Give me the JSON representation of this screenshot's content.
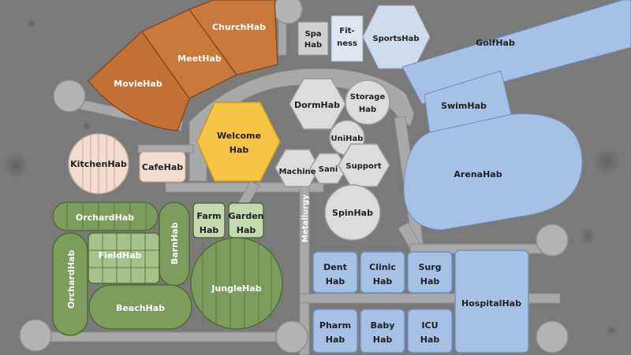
{
  "colors": {
    "ground": "#7a7a7a",
    "corridor": "#a9a9a9",
    "node": "#b3b3b3",
    "orange": "#c8783a",
    "yellow": "#f6c548",
    "peach": "#f2ddd0",
    "lightgreen": "#c3d9b0",
    "green": "#7d9d5e",
    "blue": "#a7c0e6",
    "white": "#dcdcdc"
  },
  "habs": {
    "church": "ChurchHab",
    "meet": "MeetHab",
    "movie": "MovieHab",
    "spa": [
      "Spa",
      "Hab"
    ],
    "fitness": [
      "Fit-",
      "ness"
    ],
    "sports": "SportsHab",
    "golf": "GolfHab",
    "swim": "SwimHab",
    "arena": "ArenaHab",
    "dorm": "DormHab",
    "storage": [
      "Storage",
      "Hab"
    ],
    "welcome": [
      "Welcome",
      "Hab"
    ],
    "kitchen": "KitchenHab",
    "cafe": "CafeHab",
    "uni": "UniHab",
    "machine": "Machine",
    "sani": "Sani",
    "support": "Support",
    "metallurgy": "Metallurgy",
    "spin": "SpinHab",
    "orchard_top": "OrchardHab",
    "orchard_side": "OrchardHab",
    "farm": [
      "Farm",
      "Hab"
    ],
    "garden": [
      "Garden",
      "Hab"
    ],
    "field": "FieldHab",
    "barn": "BarnHab",
    "jungle": "JungleHab",
    "beach": "BeachHab",
    "dent": [
      "Dent",
      "Hab"
    ],
    "clinic": [
      "Clinic",
      "Hab"
    ],
    "surg": [
      "Surg",
      "Hab"
    ],
    "hospital": "HospitalHab",
    "pharm": [
      "Pharm",
      "Hab"
    ],
    "baby": [
      "Baby",
      "Hab"
    ],
    "icu": [
      "ICU",
      "Hab"
    ]
  }
}
